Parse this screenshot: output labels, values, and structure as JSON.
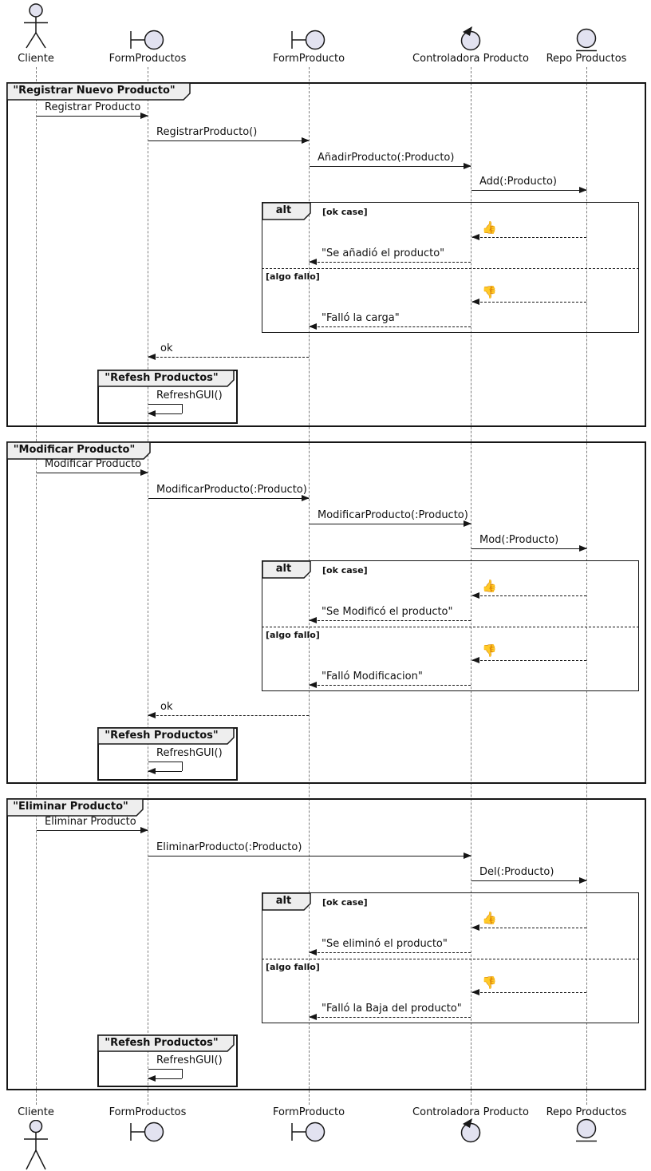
{
  "diagram": {
    "participants": [
      {
        "name": "Cliente",
        "type": "actor"
      },
      {
        "name": "FormProductos",
        "type": "boundary"
      },
      {
        "name": "FormProducto",
        "type": "boundary"
      },
      {
        "name": "Controladora Producto",
        "type": "control"
      },
      {
        "name": "Repo Productos",
        "type": "entity"
      }
    ],
    "alt_keyword": "alt",
    "guards": {
      "ok": "[ok case]",
      "fail": "[algo fallo]"
    },
    "icons": {
      "thumb_up": "👍",
      "thumb_down": "👎"
    },
    "sections": [
      {
        "title": "\"Registrar Nuevo Producto\"",
        "m1": "Registrar Producto",
        "m2": "RegistrarProducto()",
        "m3": "AñadirProducto(:Producto)",
        "m4": "Add(:Producto)",
        "ok_reply": "\"Se añadió el producto\"",
        "fail_reply": "\"Falló la carga\"",
        "ret": "ok",
        "refresh_title": "\"Refesh Productos\"",
        "refresh_call": "RefreshGUI()"
      },
      {
        "title": "\"Modificar Producto\"",
        "m1": "Modificar Producto",
        "m2": "ModificarProducto(:Producto)",
        "m3": "ModificarProducto(:Producto)",
        "m4": "Mod(:Producto)",
        "ok_reply": "\"Se Modificó el producto\"",
        "fail_reply": "\"Falló Modificacion\"",
        "ret": "ok",
        "refresh_title": "\"Refesh Productos\"",
        "refresh_call": "RefreshGUI()"
      },
      {
        "title": "\"Eliminar Producto\"",
        "m1": "Eliminar Producto",
        "m2": "EliminarProducto(:Producto)",
        "m3": "Del(:Producto)",
        "ok_reply": "\"Se eliminó el producto\"",
        "fail_reply": "\"Falló la Baja del producto\"",
        "refresh_title": "\"Refesh Productos\"",
        "refresh_call": "RefreshGUI()"
      }
    ],
    "colors": {
      "icon_fill": "#E2E2F0",
      "stroke": "#181818",
      "frame_header_fill": "#EEEEEE",
      "lifeline": "#7C7C7C"
    }
  }
}
